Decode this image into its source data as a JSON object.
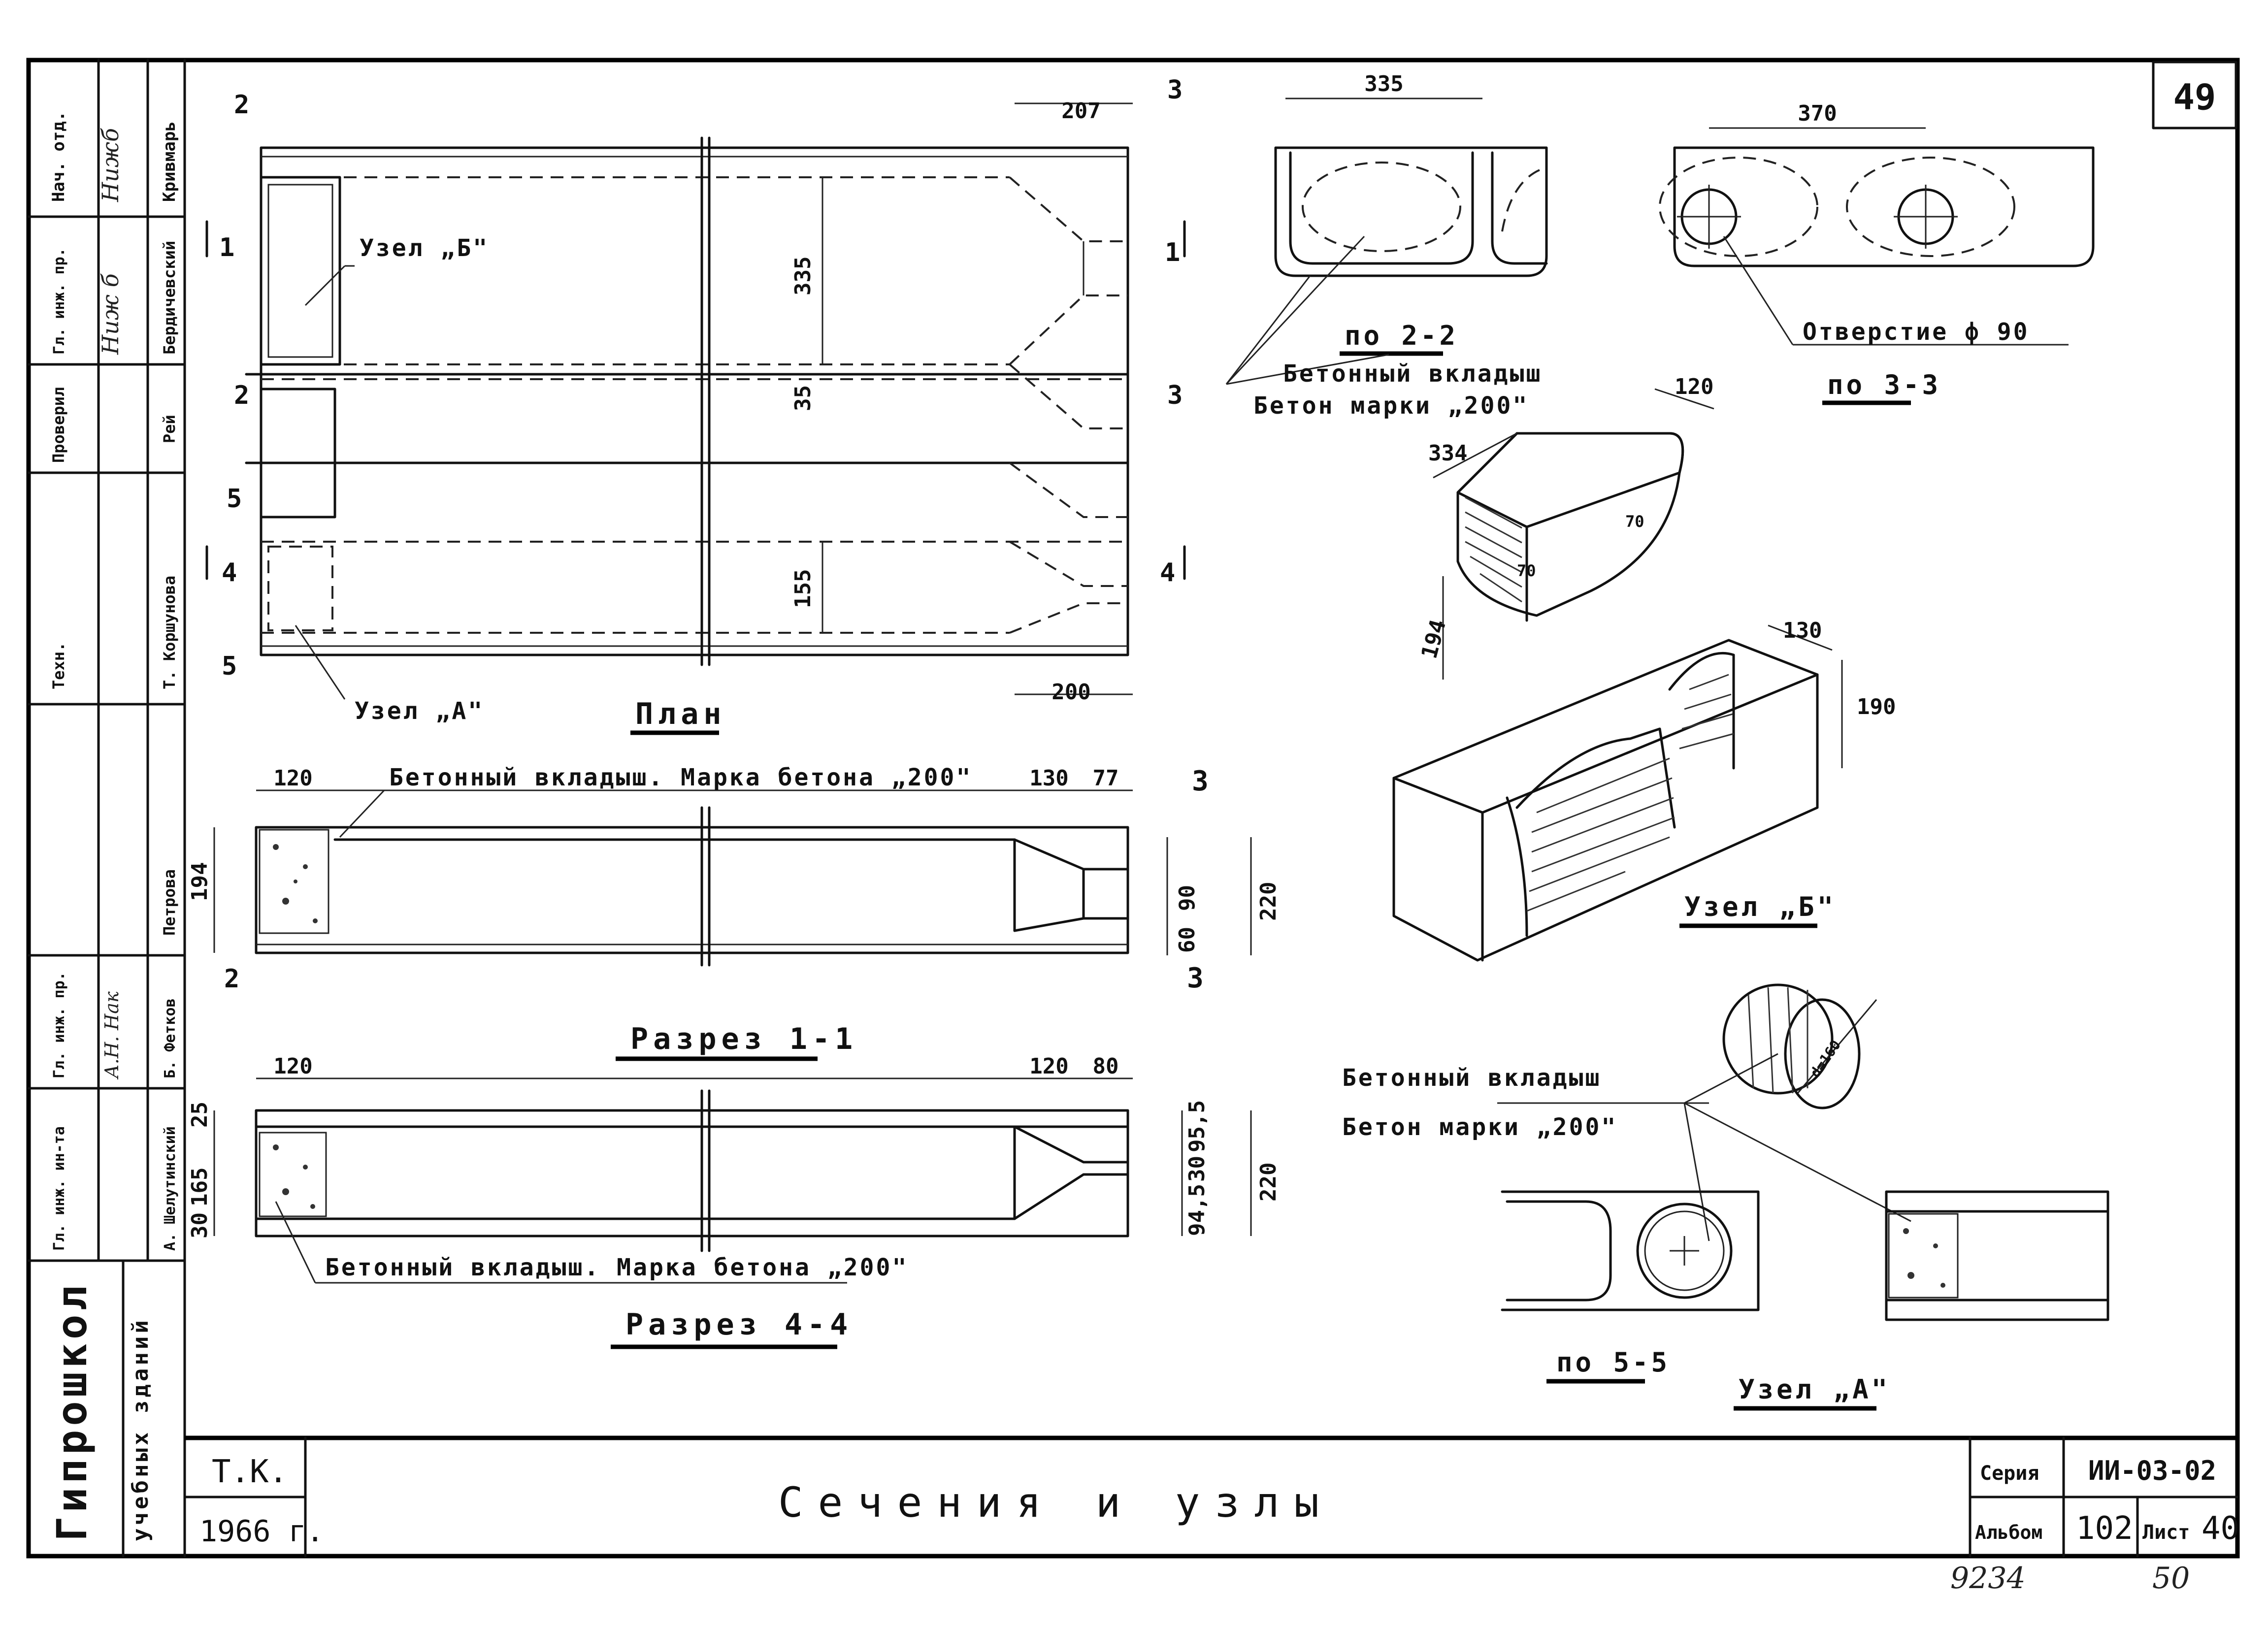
{
  "sheet_number": "49",
  "plan": {
    "title": "План",
    "node_b_label": "Узел „Б\"",
    "node_a_label": "Узел „А\"",
    "dims": {
      "top": "207",
      "bottom": "200",
      "upper_cavity": "335",
      "between": "35",
      "lower_cavity": "155"
    },
    "section_marks": {
      "s1": "1",
      "s2": "2",
      "s3": "3",
      "s4": "4",
      "s5": "5"
    }
  },
  "section_1_1": {
    "title": "Разрез 1-1",
    "note": "Бетонный вкладыш. Марка бетона „200\"",
    "dims": {
      "insert_width": "120",
      "taper": "130",
      "end": "77",
      "height": "194",
      "d60": "60",
      "d90": "90",
      "total": "220"
    }
  },
  "section_4_4": {
    "title": "Разрез 4-4",
    "note": "Бетонный вкладыш. Марка бетона „200\"",
    "dims": {
      "insert_width": "120",
      "taper": "120",
      "end": "80",
      "d25": "25",
      "d165": "165",
      "d30": "30",
      "d94": "94,5",
      "d30b": "30",
      "d95": "95,5",
      "total": "220"
    }
  },
  "view_2_2": {
    "title": "по 2-2",
    "dim": "335",
    "note_line1": "Бетонный вкладыш",
    "note_line2": "Бетон марки „200\""
  },
  "view_3_3": {
    "title": "по 3-3",
    "dim": "370",
    "hole_note": "Отверстие ф 90"
  },
  "insert_iso": {
    "d334": "334",
    "d120": "120",
    "d194": "194",
    "r70a": "70",
    "r70b": "70"
  },
  "node_b": {
    "title": "Узел „Б\"",
    "d130": "130",
    "d190": "190"
  },
  "node_5": {
    "note_line1": "Бетонный вкладыш",
    "note_line2": "Бетон марки „200\"",
    "cyl_dim": "d=160",
    "view_title": "по 5-5",
    "node_a_title": "Узел „А\""
  },
  "side_stamp": {
    "rows": [
      {
        "role": "Нач. отд.",
        "name": "Нижб",
        "extra": "Кривмарь"
      },
      {
        "role": "Гл. инж. пр.",
        "name": "Ниж б",
        "extra": "Бердичевский"
      },
      {
        "role": "Проверил",
        "name": "",
        "extra": "Рей"
      },
      {
        "role": "Техн.",
        "name": "",
        "extra": "Т. Коршунова"
      },
      {
        "role": "",
        "name": "",
        "extra": "Петрова"
      },
      {
        "role": "Гл. инж. пр.",
        "name": "А.Н. Нак",
        "extra": "Б. Фетков"
      },
      {
        "role": "Гл. инж. ин-та",
        "name": "",
        "extra": "А. Шелутинский"
      }
    ],
    "org": "Гипрошкол",
    "org_sub": "учебных зданий"
  },
  "title_block": {
    "left_code": "Т.К.",
    "year": "1966 г.",
    "title": "Сечения и узлы",
    "series_label": "Серия",
    "series_value": "ИИ-03-02",
    "album_label": "Альбом",
    "album_value": "102",
    "sheet_label": "Лист",
    "sheet_value": "40"
  },
  "handwritten": {
    "inv": "9234",
    "page": "50"
  }
}
